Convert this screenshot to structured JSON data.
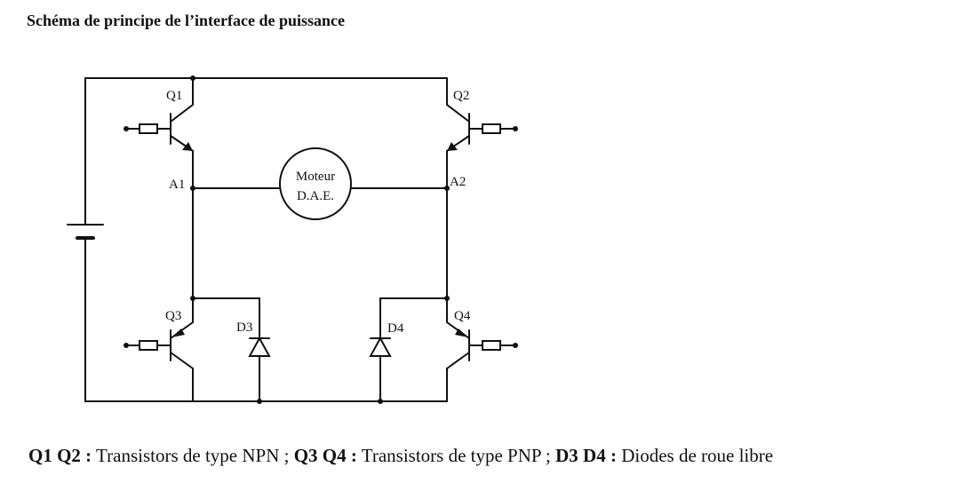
{
  "title": "Schéma de principe de l’interface de puissance",
  "labels": {
    "q1": "Q1",
    "q2": "Q2",
    "q3": "Q3",
    "q4": "Q4",
    "d3": "D3",
    "d4": "D4",
    "a1": "A1",
    "a2": "A2",
    "motor_line1": "Moteur",
    "motor_line2": "D.A.E."
  },
  "legend": [
    {
      "keys": "Q1  Q2 :",
      "text": " Transistors de type NPN ;  "
    },
    {
      "keys": "Q3  Q4 :",
      "text": " Transistors de type PNP ;  "
    },
    {
      "keys": "D3  D4 :",
      "text": " Diodes de roue libre"
    }
  ]
}
